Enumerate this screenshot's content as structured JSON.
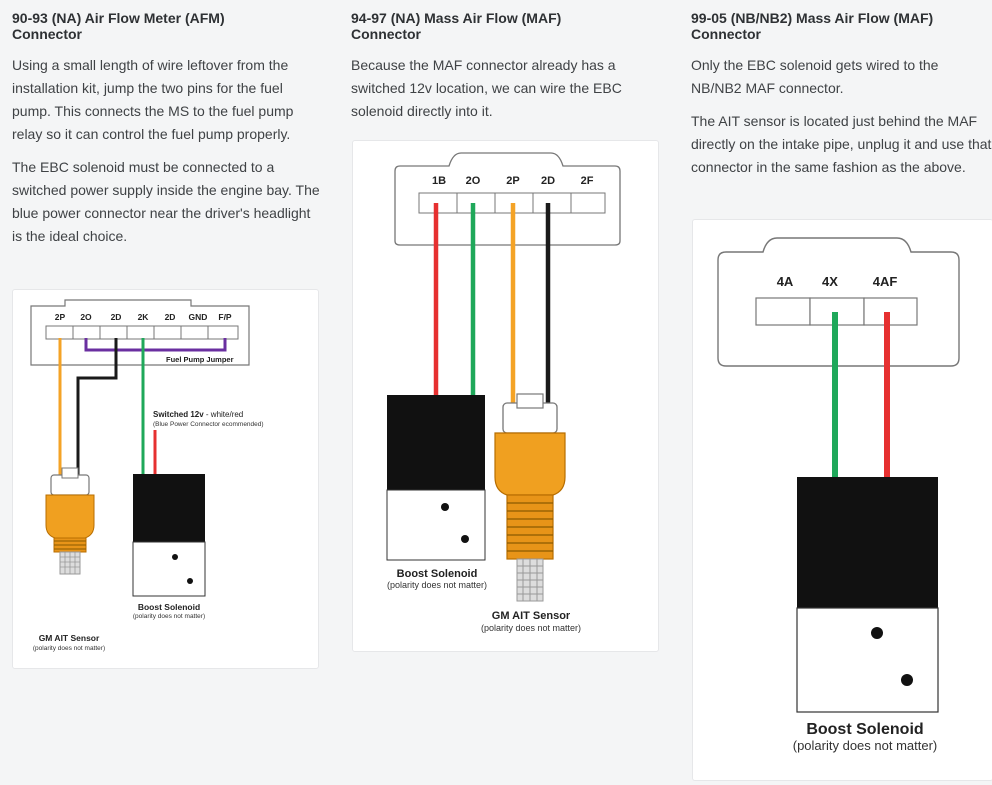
{
  "sections": [
    {
      "title_line1": "90-93 (NA) Air Flow Meter (AFM)",
      "title_line2": "Connector",
      "paragraphs": [
        "Using a small length of wire leftover from the installation kit, jump the two pins for the fuel pump. This connects the MS to the fuel pump relay so it can control the fuel pump properly.",
        "The EBC solenoid must be connected to a switched power supply inside the engine bay. The blue power connector near the driver's headlight is the ideal choice."
      ],
      "diagram": {
        "pins": [
          "2P",
          "2O",
          "2D",
          "2K",
          "2D",
          "GND",
          "F/P"
        ],
        "jumper_label": "Fuel Pump Jumper",
        "power_label": "Switched 12v",
        "power_label_suffix": " - white/red",
        "power_note": "(Blue Power Connector ecommended)",
        "solenoid_label": "Boost Solenoid",
        "solenoid_note": "(polarity does not matter)",
        "sensor_label": "GM AIT Sensor",
        "sensor_note": "(polarity does not matter)"
      }
    },
    {
      "title_line1": "94-97 (NA) Mass Air Flow (MAF)",
      "title_line2": "Connector",
      "paragraphs": [
        "Because the MAF connector already has a switched 12v location, we can wire the EBC solenoid directly into it."
      ],
      "diagram": {
        "pins": [
          "1B",
          "2O",
          "2P",
          "2D",
          "2F"
        ],
        "solenoid_label": "Boost Solenoid",
        "solenoid_note": "(polarity does not matter)",
        "sensor_label": "GM AIT Sensor",
        "sensor_note": "(polarity does not matter)"
      }
    },
    {
      "title_line1": "99-05 (NB/NB2) Mass Air Flow (MAF)",
      "title_line2": "Connector",
      "paragraphs": [
        "Only the EBC solenoid gets wired to the NB/NB2 MAF connector.",
        "The AIT sensor is located just behind the MAF directly on the intake pipe, unplug it and use that connector in the same fashion as the above."
      ],
      "diagram": {
        "pins": [
          "4A",
          "4X",
          "4AF"
        ],
        "solenoid_label": "Boost Solenoid",
        "solenoid_note": "(polarity does not matter)"
      }
    }
  ],
  "colors": {
    "wire_red": "#e63030",
    "wire_green": "#1fa85a",
    "wire_orange": "#f4a326",
    "wire_black": "#1a1a1a",
    "jumper_purple": "#6a2fa0",
    "sensor_body": "#f0a020"
  }
}
